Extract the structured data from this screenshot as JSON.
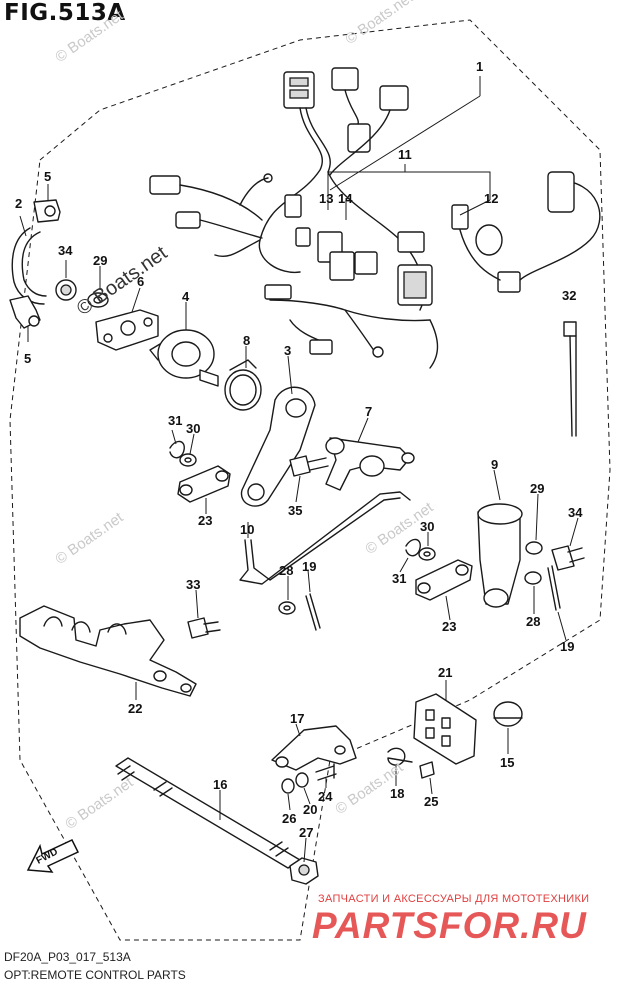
{
  "figure": {
    "title": "FIG.513A",
    "code": "DF20A_P03_017_513A",
    "name": "OPT:REMOTE CONTROL PARTS"
  },
  "callouts": [
    "1",
    "2",
    "3",
    "4",
    "5",
    "5",
    "6",
    "7",
    "8",
    "9",
    "10",
    "11",
    "12",
    "13",
    "14",
    "15",
    "16",
    "17",
    "18",
    "19",
    "19",
    "20",
    "21",
    "22",
    "23",
    "23",
    "24",
    "25",
    "26",
    "27",
    "28",
    "28",
    "29",
    "29",
    "30",
    "30",
    "31",
    "31",
    "32",
    "33",
    "34",
    "34",
    "35"
  ],
  "direction_label": "FWD",
  "watermarks": {
    "site": "© Boats.net",
    "site_dark": "© Boats.net"
  },
  "shop": {
    "caption": "ЗАПЧАСТИ И АКСЕССУАРЫ ДЛЯ МОТОТЕХНИКИ",
    "logo": "PARTSFOR.RU"
  }
}
